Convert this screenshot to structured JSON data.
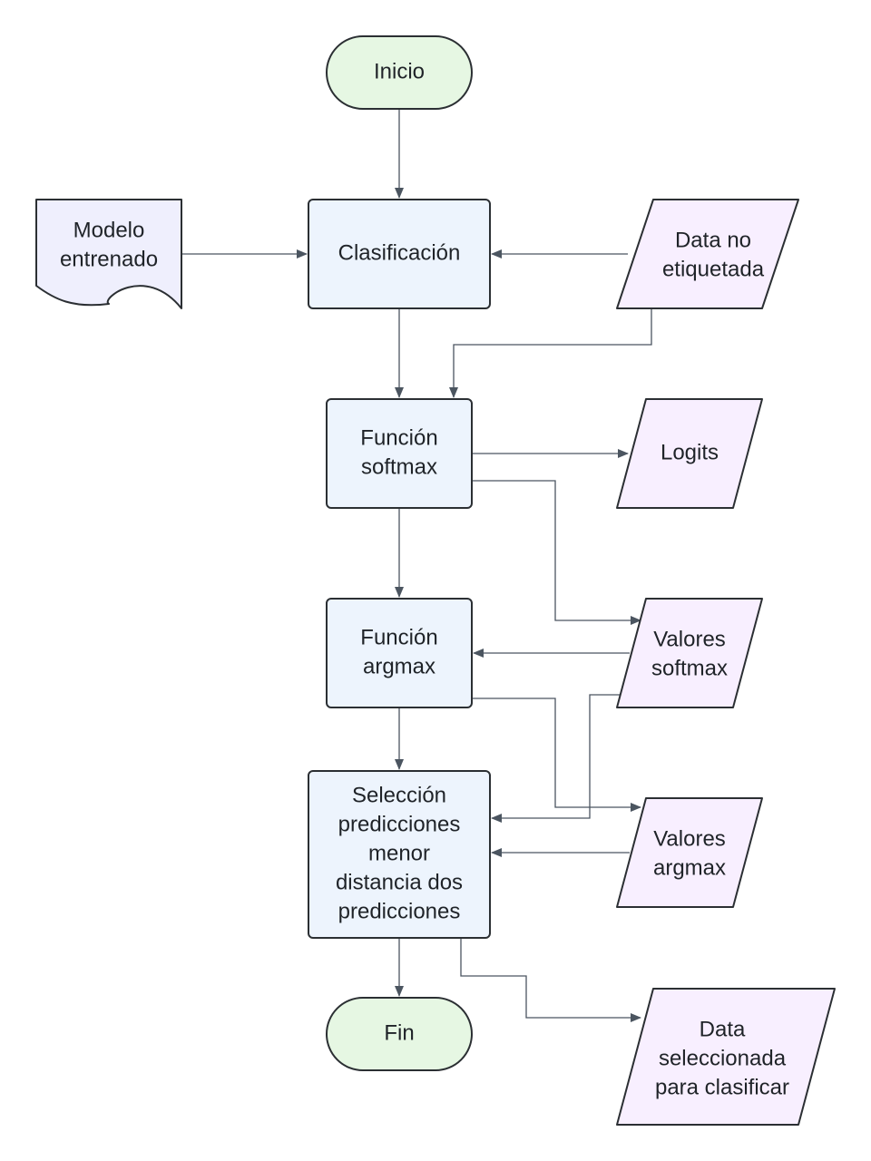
{
  "diagram": {
    "nodes": [
      {
        "id": "inicio",
        "type": "terminal",
        "lines": [
          "Inicio"
        ]
      },
      {
        "id": "modelo",
        "type": "document",
        "lines": [
          "Modelo",
          "entrenado"
        ]
      },
      {
        "id": "clasificacion",
        "type": "process",
        "lines": [
          "Clasificación"
        ]
      },
      {
        "id": "data_no_etiquetada",
        "type": "data",
        "lines": [
          "Data no",
          "etiquetada"
        ]
      },
      {
        "id": "softmax",
        "type": "process",
        "lines": [
          "Función",
          "softmax"
        ]
      },
      {
        "id": "logits",
        "type": "data",
        "lines": [
          "Logits"
        ]
      },
      {
        "id": "argmax",
        "type": "process",
        "lines": [
          "Función",
          "argmax"
        ]
      },
      {
        "id": "valores_softmax",
        "type": "data",
        "lines": [
          "Valores",
          "softmax"
        ]
      },
      {
        "id": "seleccion",
        "type": "process",
        "lines": [
          "Selección",
          "predicciones",
          "menor",
          "distancia dos",
          "predicciones"
        ]
      },
      {
        "id": "valores_argmax",
        "type": "data",
        "lines": [
          "Valores",
          "argmax"
        ]
      },
      {
        "id": "fin",
        "type": "terminal",
        "lines": [
          "Fin"
        ]
      },
      {
        "id": "data_seleccionada",
        "type": "data",
        "lines": [
          "Data",
          "seleccionada",
          "para clasificar"
        ]
      }
    ],
    "edges": [
      {
        "from": "inicio",
        "to": "clasificacion"
      },
      {
        "from": "modelo",
        "to": "clasificacion"
      },
      {
        "from": "data_no_etiquetada",
        "to": "clasificacion"
      },
      {
        "from": "clasificacion",
        "to": "softmax"
      },
      {
        "from": "data_no_etiquetada",
        "to": "softmax"
      },
      {
        "from": "softmax",
        "to": "logits"
      },
      {
        "from": "softmax",
        "to": "valores_softmax"
      },
      {
        "from": "softmax",
        "to": "argmax"
      },
      {
        "from": "valores_softmax",
        "to": "argmax"
      },
      {
        "from": "argmax",
        "to": "valores_argmax"
      },
      {
        "from": "argmax",
        "to": "seleccion"
      },
      {
        "from": "valores_softmax",
        "to": "seleccion"
      },
      {
        "from": "valores_argmax",
        "to": "seleccion"
      },
      {
        "from": "seleccion",
        "to": "fin"
      },
      {
        "from": "seleccion",
        "to": "data_seleccionada"
      }
    ]
  },
  "colors": {
    "terminal_fill": "#e6f7e3",
    "process_fill": "#edf4fd",
    "data_fill": "#f8efff",
    "document_fill": "#efeffd",
    "stroke": "#2b2f33",
    "edge": "#4b5560"
  }
}
